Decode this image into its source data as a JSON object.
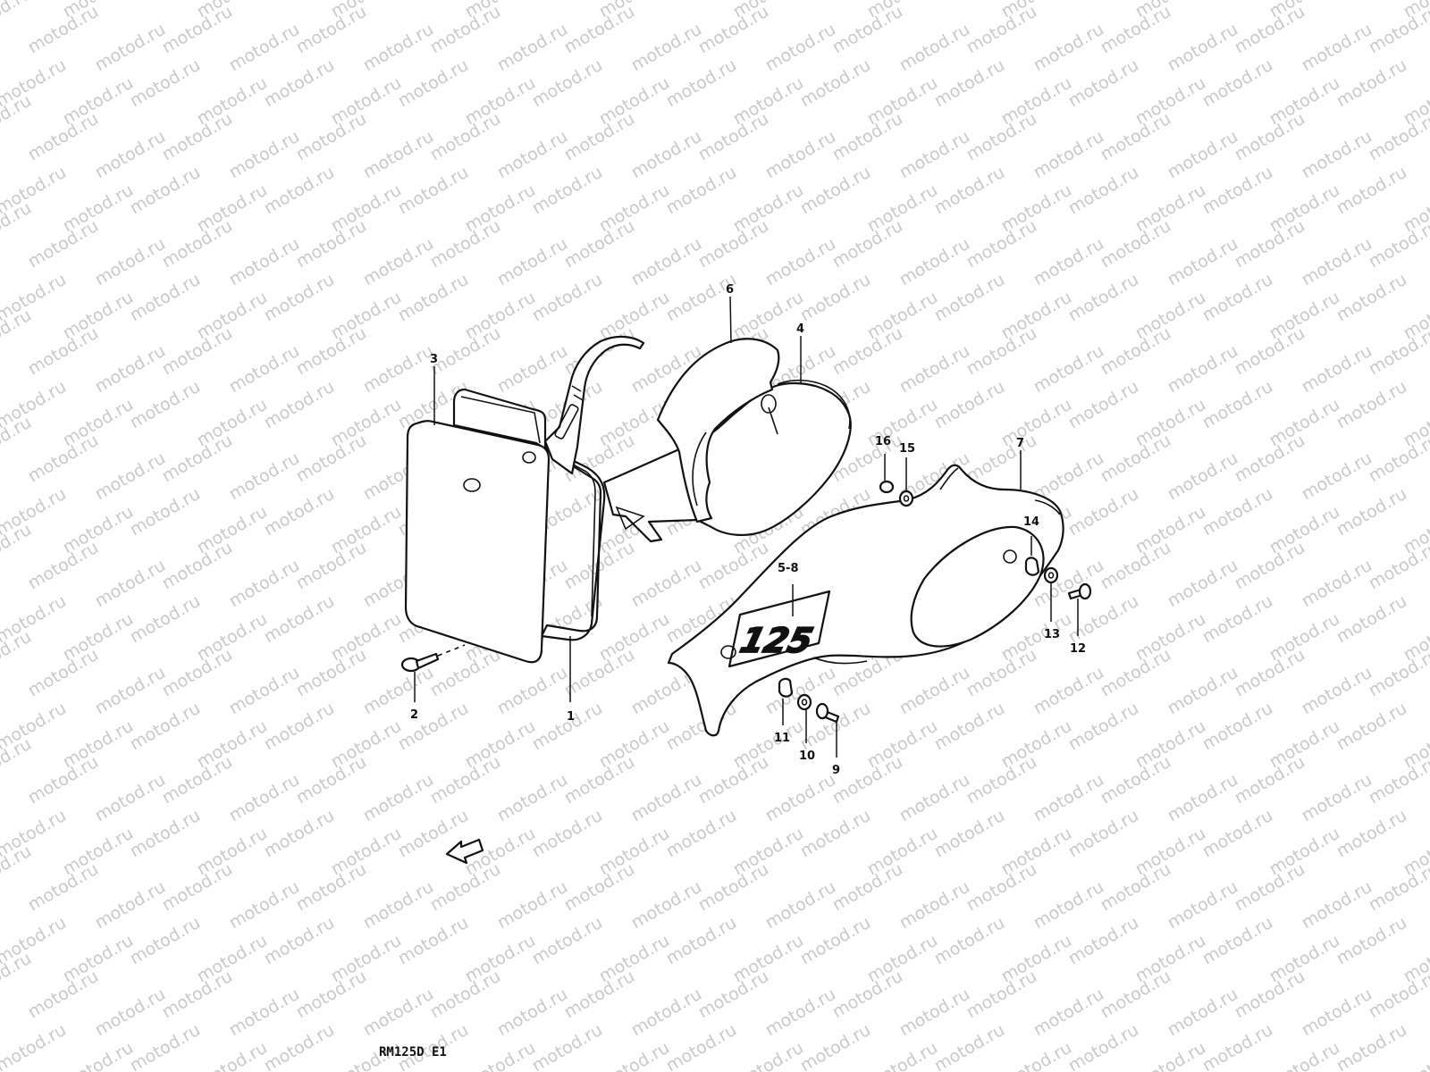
{
  "watermark": {
    "text": "motod.ru"
  },
  "diagram": {
    "caption": "RM125D E1",
    "decal_text": "125",
    "callouts": [
      {
        "id": "c1",
        "label": "1"
      },
      {
        "id": "c2",
        "label": "2"
      },
      {
        "id": "c3",
        "label": "3"
      },
      {
        "id": "c4",
        "label": "4"
      },
      {
        "id": "c5-8",
        "label": "5-8"
      },
      {
        "id": "c6",
        "label": "6"
      },
      {
        "id": "c7",
        "label": "7"
      },
      {
        "id": "c9",
        "label": "9"
      },
      {
        "id": "c10",
        "label": "10"
      },
      {
        "id": "c11",
        "label": "11"
      },
      {
        "id": "c12",
        "label": "12"
      },
      {
        "id": "c13",
        "label": "13"
      },
      {
        "id": "c14",
        "label": "14"
      },
      {
        "id": "c15",
        "label": "15"
      },
      {
        "id": "c16",
        "label": "16"
      }
    ]
  },
  "colors": {
    "line": "#111111",
    "watermark": "#c9c9c9",
    "background": "#ffffff"
  }
}
